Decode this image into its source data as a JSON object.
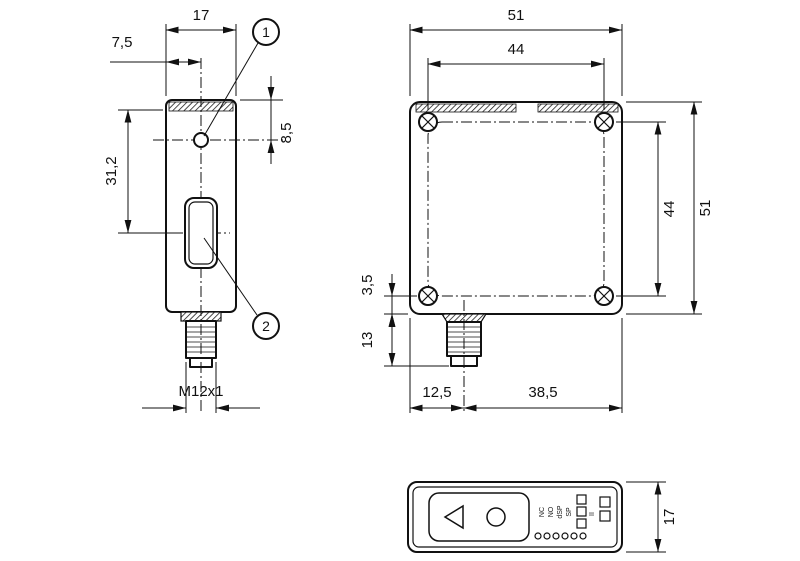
{
  "colors": {
    "line": "#111111",
    "background": "#ffffff"
  },
  "side_view": {
    "width": "17",
    "hole_offset": "7,5",
    "height": "31,2",
    "hole_top": "8,5",
    "thread": "M12x1",
    "callouts": {
      "one": "1",
      "two": "2"
    }
  },
  "front_view": {
    "width": "51",
    "height": "51",
    "hole_spacing_w": "44",
    "hole_spacing_h": "44",
    "bottom_edge": "3,5",
    "connector_length": "13",
    "connector_offset_left": "12,5",
    "connector_offset_right": "38,5"
  },
  "bottom_view": {
    "height": "17",
    "indicator_labels": [
      "NC",
      "NO",
      "dSP",
      "SP"
    ],
    "output_label": "II"
  }
}
